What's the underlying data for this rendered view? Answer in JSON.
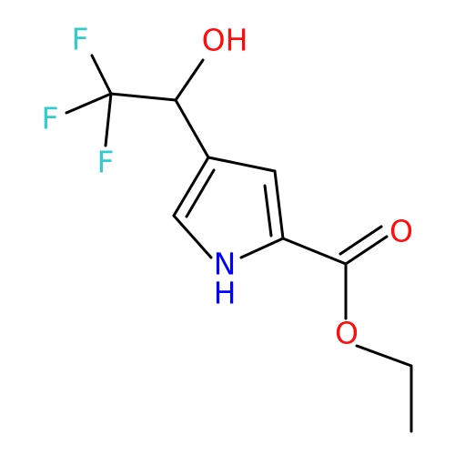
{
  "colors": {
    "background": "#ffffff",
    "bond": "#000000",
    "fluorine": "#33cccc",
    "oxygen": "#ff0d0d",
    "nitrogen": "#0000ff"
  },
  "atoms": {
    "f_top": "F",
    "f_left": "F",
    "f_bottom": "F",
    "oh": "OH",
    "carbonyl_o": "O",
    "ester_o": "O",
    "nh_n": "N",
    "nh_h": "H"
  }
}
